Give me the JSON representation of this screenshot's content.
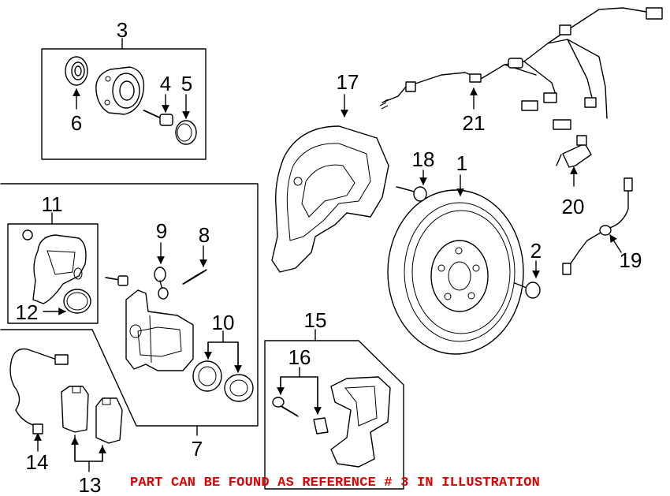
{
  "callouts": {
    "c1": "1",
    "c2": "2",
    "c3": "3",
    "c4": "4",
    "c5": "5",
    "c6": "6",
    "c7": "7",
    "c8": "8",
    "c9": "9",
    "c10": "10",
    "c11": "11",
    "c12": "12",
    "c13": "13",
    "c14": "14",
    "c15": "15",
    "c16": "16",
    "c17": "17",
    "c18": "18",
    "c19": "19",
    "c20": "20",
    "c21": "21"
  },
  "footer_note": "PART CAN BE FOUND AS REFERENCE # 3 IN ILLUSTRATION",
  "colors": {
    "line": "#000000",
    "note": "#e00000",
    "background": "#ffffff"
  }
}
